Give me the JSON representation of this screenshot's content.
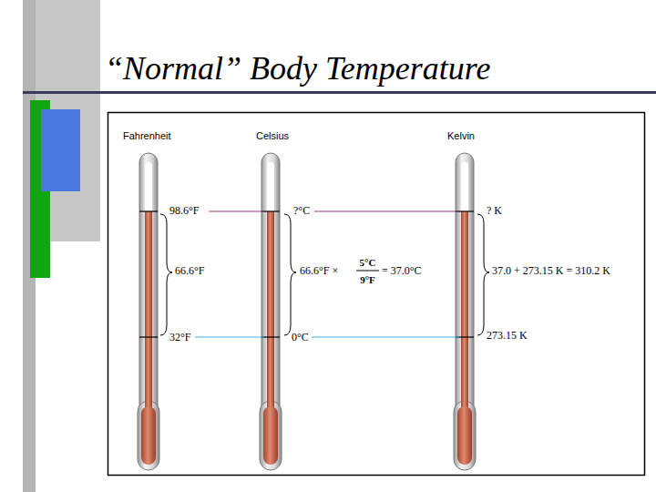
{
  "diagram": {
    "title": "“Normal” Body Temperature",
    "labels": [
      "Fahrenheit",
      "Celsius",
      "Kelvin",
      "98.6°F",
      "66.6°F",
      "32°F",
      "?°C",
      "66.6°F ×",
      "5°C",
      "9°F",
      "= 37.0°C",
      "0°C",
      "? K",
      "37.0 + 273.15 K = 310.2 K",
      "273.15 K"
    ]
  }
}
